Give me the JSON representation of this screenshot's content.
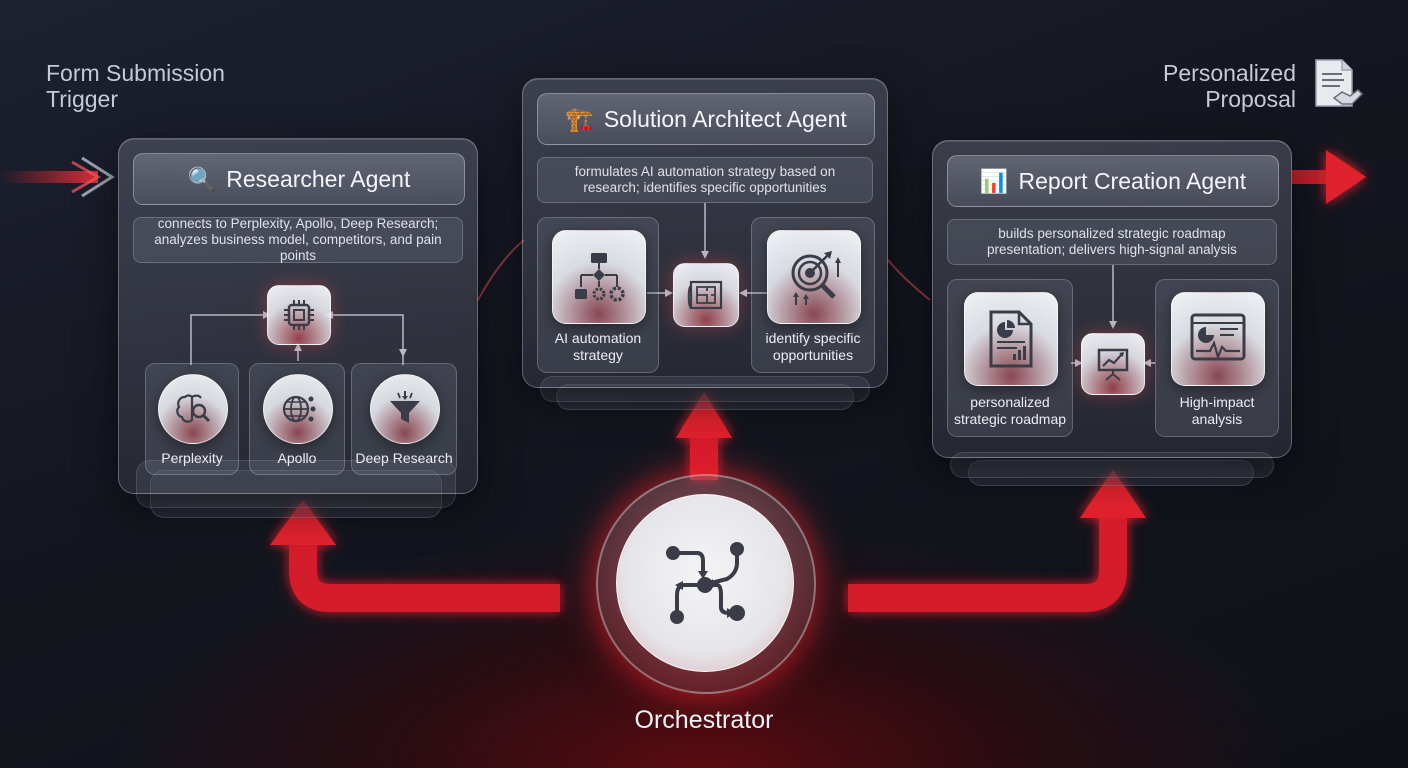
{
  "trigger": {
    "label_line1": "Form Submission",
    "label_line2": "Trigger"
  },
  "output": {
    "label_line1": "Personalized",
    "label_line2": "Proposal",
    "icon": "document-handshake-icon"
  },
  "researcher": {
    "title": "Researcher Agent",
    "title_icon": "🔍",
    "description_line1": "connects to Perplexity, Apollo, Deep Research;",
    "description_line2": "analyzes business model, competitors, and pain points",
    "hub_icon": "chip-icon",
    "tools": [
      {
        "label": "Perplexity",
        "icon": "brain-search-icon"
      },
      {
        "label": "Apollo",
        "icon": "globe-network-icon"
      },
      {
        "label": "Deep Research",
        "icon": "funnel-icon"
      }
    ]
  },
  "architect": {
    "title": "Solution Architect Agent",
    "title_icon": "🏗️",
    "description_line1": "formulates AI automation strategy based on",
    "description_line2": "research; identifies specific opportunities",
    "hub_icon": "blueprint-icon",
    "items": [
      {
        "label_line1": "AI automation",
        "label_line2": "strategy",
        "icon": "flowchart-gears-icon"
      },
      {
        "label_line1": "identify specific",
        "label_line2": "opportunities",
        "icon": "target-magnifier-icon"
      }
    ]
  },
  "report": {
    "title": "Report Creation Agent",
    "title_icon": "📊",
    "description_line1": "builds personalized strategic roadmap",
    "description_line2": "presentation; delivers high-signal analysis",
    "hub_icon": "presentation-chart-icon",
    "items": [
      {
        "label_line1": "personalized",
        "label_line2": "strategic roadmap",
        "icon": "report-document-icon"
      },
      {
        "label_line1": "High-impact",
        "label_line2": "analysis",
        "icon": "dashboard-pulse-icon"
      }
    ]
  },
  "orchestrator": {
    "label": "Orchestrator",
    "icon": "workflow-nodes-icon"
  },
  "colors": {
    "accent_red": "#e0222e",
    "icon_dark": "#3a3d48",
    "panel_border": "#e6ebf5"
  }
}
